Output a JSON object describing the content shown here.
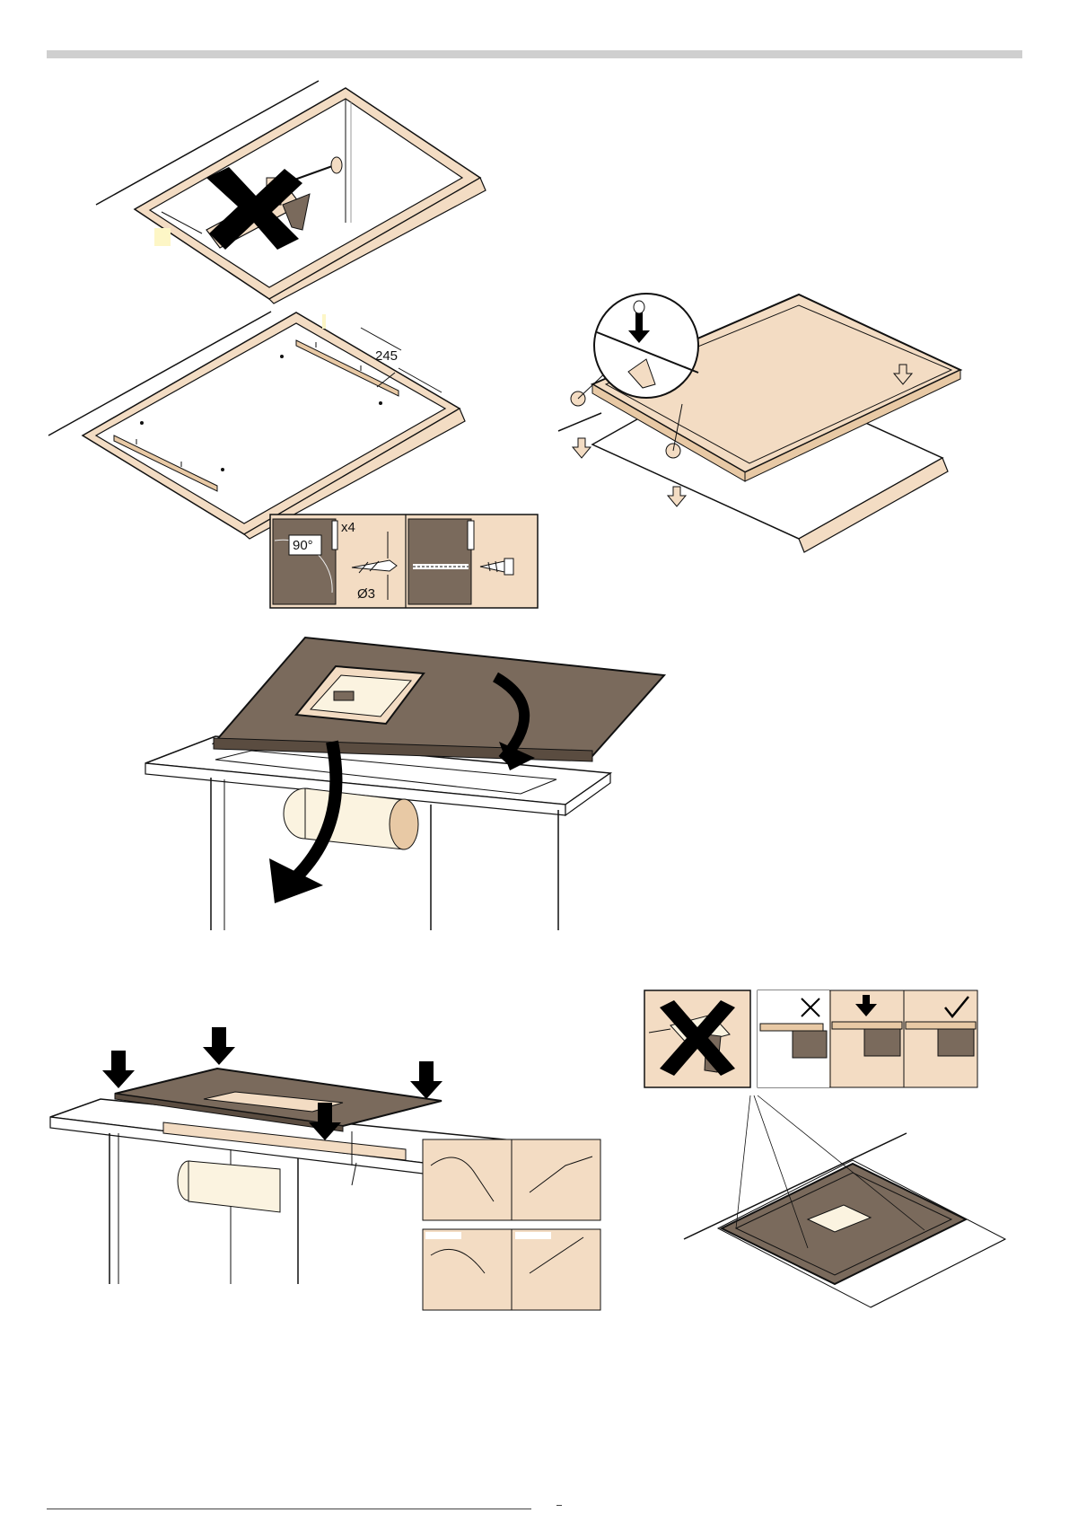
{
  "colors": {
    "beige": "#f3dcc3",
    "panel": "#e8c9a5",
    "cooktop_dark": "#7a6a5c",
    "cream": "#fbf3e0",
    "stroke": "#111111"
  },
  "icons": [
    "caulk-gun-icon",
    "prohibited-x-icon",
    "drill-bit-icon",
    "screw-icon",
    "down-arrow-icon",
    "checkmark-icon",
    "drill-icon"
  ],
  "figure_2": {
    "dimension_label": "245",
    "detail": {
      "angle_label": "90°",
      "quantity_label": "x4",
      "diameter_label": "Ø3"
    }
  }
}
